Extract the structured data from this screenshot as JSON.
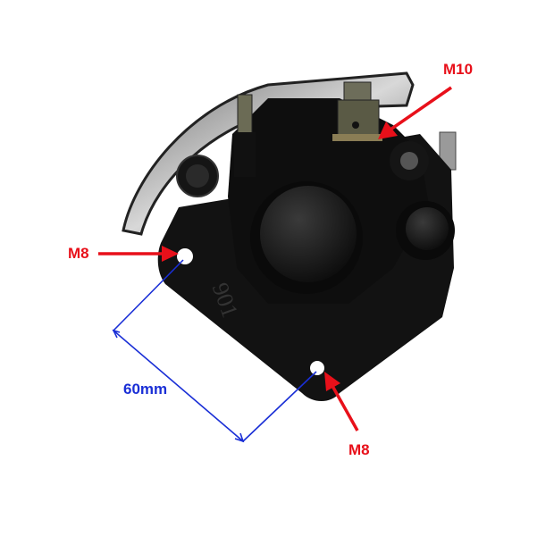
{
  "annotations": {
    "banjo_thread": "M10",
    "mount_hole_left": "M8",
    "mount_hole_bottom": "M8",
    "hole_spacing": "60mm"
  },
  "stamp": "901",
  "colors": {
    "arrow_red": "#e8101a",
    "dimension_blue": "#1a2fd6",
    "metal_black": "#111111"
  }
}
